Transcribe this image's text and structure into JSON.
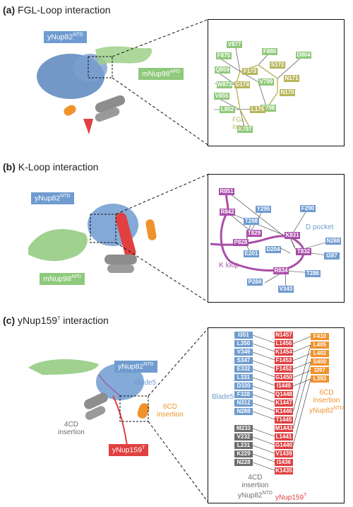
{
  "panel_a": {
    "letter": "(a)",
    "title": "FGL-Loop interaction",
    "label_ynup82": "yNup82",
    "label_ynup82_sup": "NTD",
    "label_mnup98": "mNup98",
    "label_mnup98_sup": "APD",
    "fgl_loop_label_1": "FGL",
    "fgl_loop_label_2": "loop",
    "nodes": [
      "V877",
      "F880",
      "F875",
      "D804",
      "F173",
      "S172",
      "Q859",
      "N171",
      "W873",
      "V799",
      "G174",
      "N170",
      "V855",
      "E798",
      "L852",
      "L175",
      "K797"
    ]
  },
  "panel_b": {
    "letter": "(b)",
    "title": "K-Loop interaction",
    "label_ynup82": "yNup82",
    "label_ynup82_sup": "NTD",
    "label_mnup98": "mNup98",
    "label_mnup98_sup": "APD",
    "d_pocket": "D pocket",
    "k_loop": "K loop",
    "nodes": [
      "R851",
      "F290",
      "R842",
      "Y295",
      "T298",
      "T829",
      "K831",
      "P828",
      "E201",
      "D204",
      "T832",
      "N288",
      "I287",
      "R834",
      "T286",
      "P284",
      "V343"
    ]
  },
  "panel_c": {
    "letter": "(c)",
    "title_a": "yNup159",
    "title_sup": "T",
    "title_b": " interaction",
    "label_ynup82": "yNup82",
    "label_ynup82_sup": "NTD",
    "label_blade5": "Blade5",
    "label_6cd_1": "6CD",
    "label_6cd_2": "insertion",
    "label_4cd_1": "4CD",
    "label_4cd_2": "insertion",
    "label_ynup159": "yNup159",
    "label_ynup159_sup": "T",
    "blade5": "Blade5",
    "col_blue": [
      "I351",
      "L350",
      "V349",
      "S347",
      "E332",
      "L331",
      "D330",
      "F328",
      "N312",
      "N288"
    ],
    "col_gray": [
      "M233",
      "V232",
      "L231",
      "K229",
      "N228"
    ],
    "col_red": [
      "N1457",
      "L1456",
      "K1454",
      "F1453",
      "F1452",
      "G1450",
      "I1449",
      "Q1448",
      "K1447",
      "K1446",
      "T1445",
      "M1443",
      "L1441",
      "G1440",
      "V1439",
      "I1436",
      "K1435"
    ],
    "col_orange": [
      "F410",
      "L405",
      "L402",
      "S400",
      "I397",
      "L393"
    ],
    "inset_6cd_1": "6CD",
    "inset_6cd_2": "insertion",
    "inset_6cd_3": "yNup82",
    "inset_6cd_sup": "NTD",
    "inset_4cd_1": "4CD",
    "inset_4cd_2": "insertion",
    "inset_4cd_3": "yNup82",
    "inset_4cd_sup": "NTD",
    "inset_nup159": "yNup159",
    "inset_nup159_sup": "T"
  },
  "colors": {
    "blue": "#6f9bd0",
    "green": "#8fc97b",
    "olive": "#b8b55c",
    "purple": "#a94ea8",
    "red": "#e04040",
    "orange": "#f0922b",
    "gray": "#6d6d6d"
  }
}
